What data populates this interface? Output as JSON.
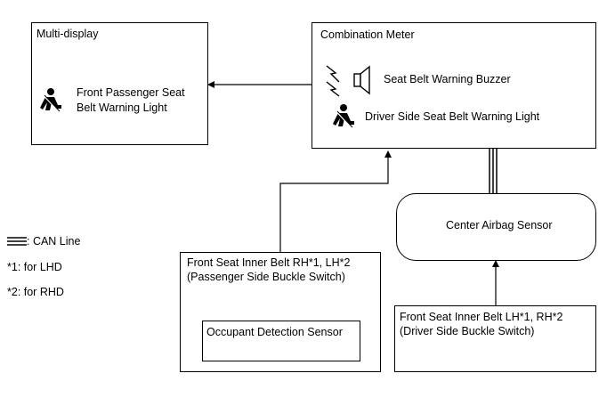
{
  "multi_display": {
    "title": "Multi-display",
    "light_label_line1": "Front Passenger Seat",
    "light_label_line2": "Belt Warning Light"
  },
  "combination_meter": {
    "title": "Combination Meter",
    "buzzer_label": "Seat Belt Warning Buzzer",
    "driver_light_label": "Driver Side Seat Belt Warning Light"
  },
  "center_airbag_sensor": {
    "label": "Center Airbag Sensor"
  },
  "passenger_buckle": {
    "line1": "Front Seat Inner Belt RH*1, LH*2",
    "line2": "(Passenger Side Buckle Switch)"
  },
  "occupant_detection": {
    "label": "Occupant Detection Sensor"
  },
  "driver_buckle": {
    "line1": "Front Seat Inner Belt LH*1, RH*2",
    "line2": "(Driver Side Buckle Switch)"
  },
  "legend": {
    "can_line": ": CAN Line",
    "note1": "*1: for LHD",
    "note2": "*2: for RHD"
  },
  "icons": [
    "seatbelt-icon",
    "buzzer-icon",
    "seatbelt-icon"
  ]
}
